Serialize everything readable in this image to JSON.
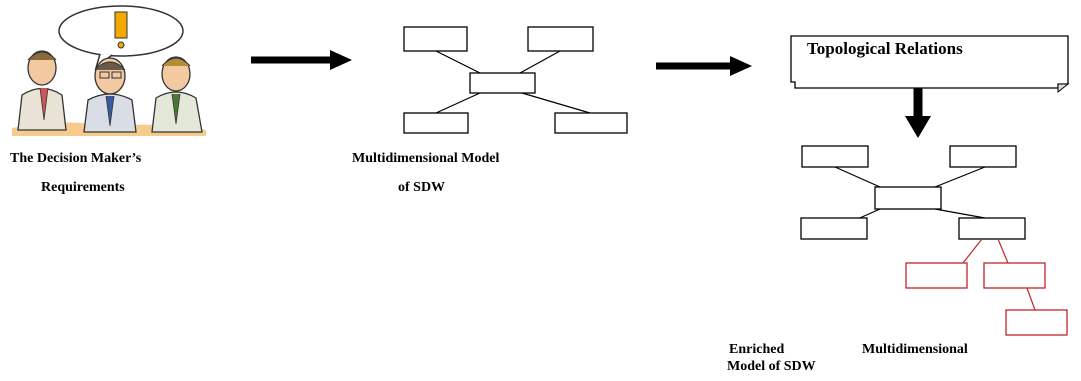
{
  "colors": {
    "line": "#000000",
    "enriched": "#c0262d",
    "callout_fill": "#ffffff",
    "skin": "#f2c9a0",
    "bubble": "#ffffff",
    "exclamation": "#f2a900"
  },
  "left": {
    "label_line1": "The Decision Maker’s",
    "label_line2": "Requirements"
  },
  "middle": {
    "label_line1": "Multidimensional Model",
    "label_line2": "of SDW"
  },
  "right": {
    "callout": "Topological Relations",
    "label_line1_a": "Enriched",
    "label_line1_b": "Multidimensional",
    "label_line2": "Model of SDW"
  }
}
